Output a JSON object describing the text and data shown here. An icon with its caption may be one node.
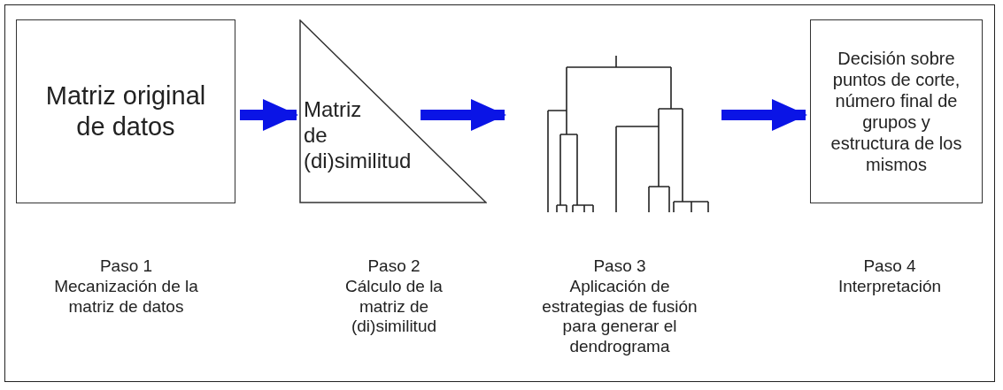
{
  "diagram": {
    "nodes": [
      {
        "text": [
          "Matriz original de datos"
        ],
        "beside": [
          "Paso 1",
          "Mecanización de la matriz de datos"
        ]
      },
      {
        "text": [
          "Matriz de (di)similitud"
        ],
        "beside": [
          "Paso 2",
          "Cálculo de la matriz de (di)similitud"
        ]
      },
      {
        "text": [],
        "shape": "picture",
        "beside": [
          "Paso 3",
          "Aplicación de estrategias de fusión para generar el dendrograma"
        ]
      },
      {
        "text": [
          "Decisión sobre puntos de corte, número final de grupos y estructura de los mismos"
        ],
        "beside": [
          "Paso 4",
          "Interpretación"
        ]
      }
    ],
    "edges": [
      {
        "from": 0,
        "to": 1,
        "arrow": "to"
      },
      {
        "from": 1,
        "to": 2,
        "arrow": "to"
      },
      {
        "from": 2,
        "to": 3,
        "arrow": "to"
      }
    ]
  }
}
